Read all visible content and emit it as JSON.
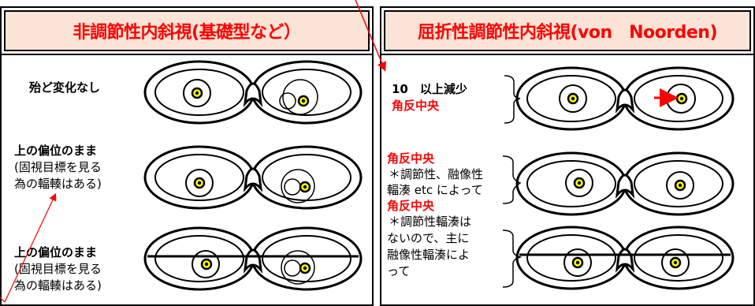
{
  "left_panel": {
    "title": "非調節性内斜視(基礎型など）",
    "rows": [
      {
        "line1": "殆ど変化なし"
      },
      {
        "line1": "上の偏位のまま",
        "line2": "(固視目標を見る",
        "line3": "為の輻輳はある)"
      },
      {
        "line1": "上の偏位のまま",
        "line2": "(固視目標を見る",
        "line3": "為の輻輳はある)"
      }
    ]
  },
  "right_panel": {
    "title": "屈折性調節性内斜視(von　Noorden)",
    "rows": [
      {
        "line1": "10　以上減少",
        "line2": "角反中央"
      },
      {
        "line1": "角反中央",
        "line2": "＊調節性、融像性",
        "line3": "輻湊 etc によって"
      },
      {
        "line1": "角反中央",
        "line2": "＊調節性輻湊は",
        "line3": "ないので、主に",
        "line4": "融像性輻湊によ",
        "line5": "って"
      }
    ]
  },
  "colors": {
    "title_red": "#ff0000",
    "header_fill": "#fbe3d6",
    "pupil_yellow": "#ffff00",
    "arrow_red": "#ff0000"
  }
}
